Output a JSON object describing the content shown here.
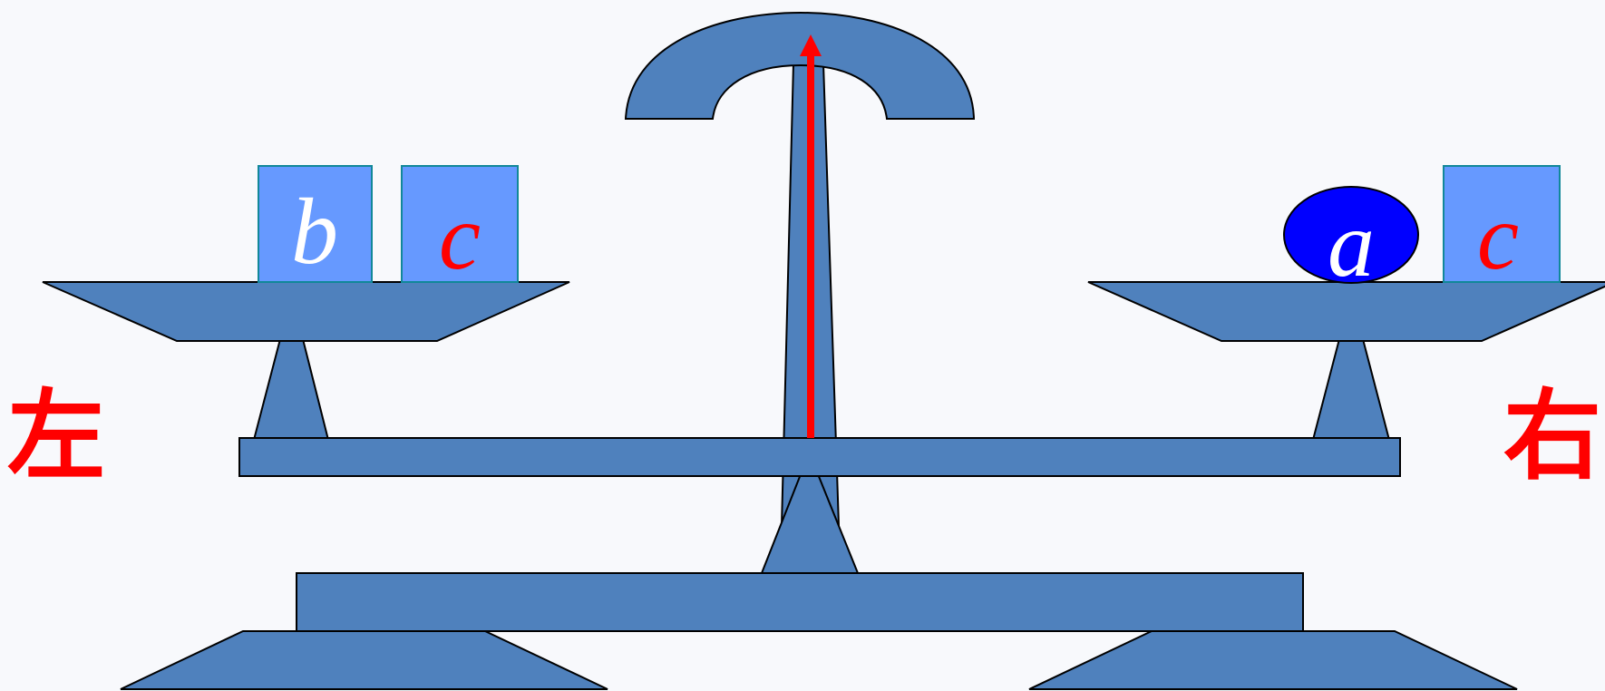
{
  "colors": {
    "background": "#f8f9fc",
    "scale_body": "#4f81bd",
    "block_fill": "#6699ff",
    "block_border": "#118899",
    "ball_fill": "#0000ff",
    "pointer": "#ff0000",
    "label_white": "#ffffff",
    "label_red": "#ff0000",
    "side_labels": "#ff0000"
  },
  "left_pan": {
    "side_label": "左",
    "items": [
      {
        "shape": "block",
        "label": "b",
        "label_color": "#ffffff"
      },
      {
        "shape": "block",
        "label": "c",
        "label_color": "#ff0000"
      }
    ]
  },
  "right_pan": {
    "side_label": "右",
    "items": [
      {
        "shape": "ball",
        "label": "a",
        "label_color": "#ffffff"
      },
      {
        "shape": "block",
        "label": "c",
        "label_color": "#ff0000"
      }
    ]
  },
  "pointer": {
    "state": "vertical",
    "meaning": "balanced"
  }
}
